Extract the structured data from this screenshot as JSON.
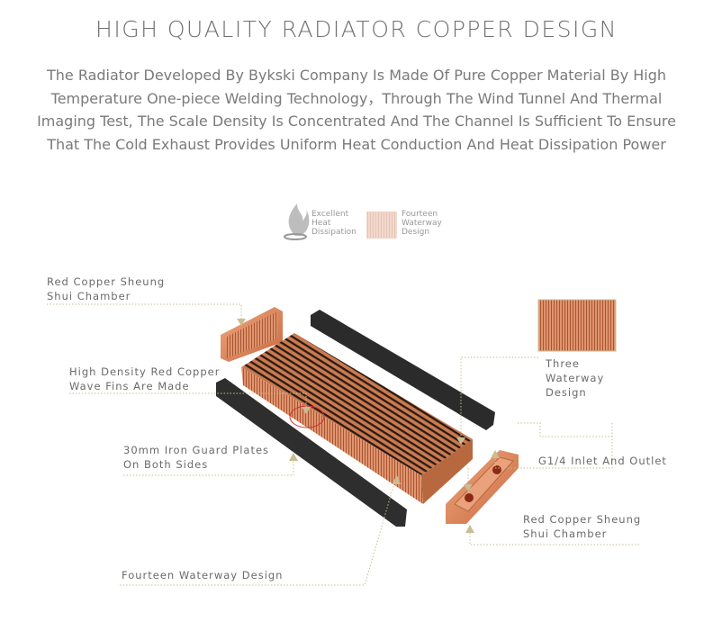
{
  "header": {
    "title": "HIGH QUALITY RADIATOR COPPER DESIGN",
    "description": "The Radiator Developed By Bykski Company Is Made Of Pure Copper Material By High Temperature One-piece Welding Technology，Through The Wind Tunnel And Thermal Imaging Test, The Scale Density Is Concentrated And The Channel Is Sufficient To Ensure That The Cold Exhaust Provides Uniform Heat Conduction And Heat Dissipation Power"
  },
  "features": [
    {
      "icon": "flame-icon",
      "label_lines": [
        "Excellent",
        "Heat",
        "Dissipation"
      ]
    },
    {
      "icon": "fins-icon",
      "label_lines": [
        "Fourteen",
        "Waterway",
        "Design"
      ]
    }
  ],
  "callouts": {
    "left_chamber": [
      "Red Copper Sheung",
      "Shui Chamber"
    ],
    "fins": [
      "High Density Red Copper",
      "Wave Fins Are Made"
    ],
    "guard": [
      "30mm Iron Guard Plates",
      "On Both Sides"
    ],
    "fourteen": "Fourteen Waterway Design",
    "three": [
      "Three",
      "Waterway",
      "Design"
    ],
    "inlet": "G1/4 Inlet And Outlet",
    "right_chamber": [
      "Red Copper Sheung",
      "Shui Chamber"
    ]
  },
  "colors": {
    "copper": "#d9825a",
    "leader": "#c9bd93",
    "plate": "#2b2b2b"
  }
}
